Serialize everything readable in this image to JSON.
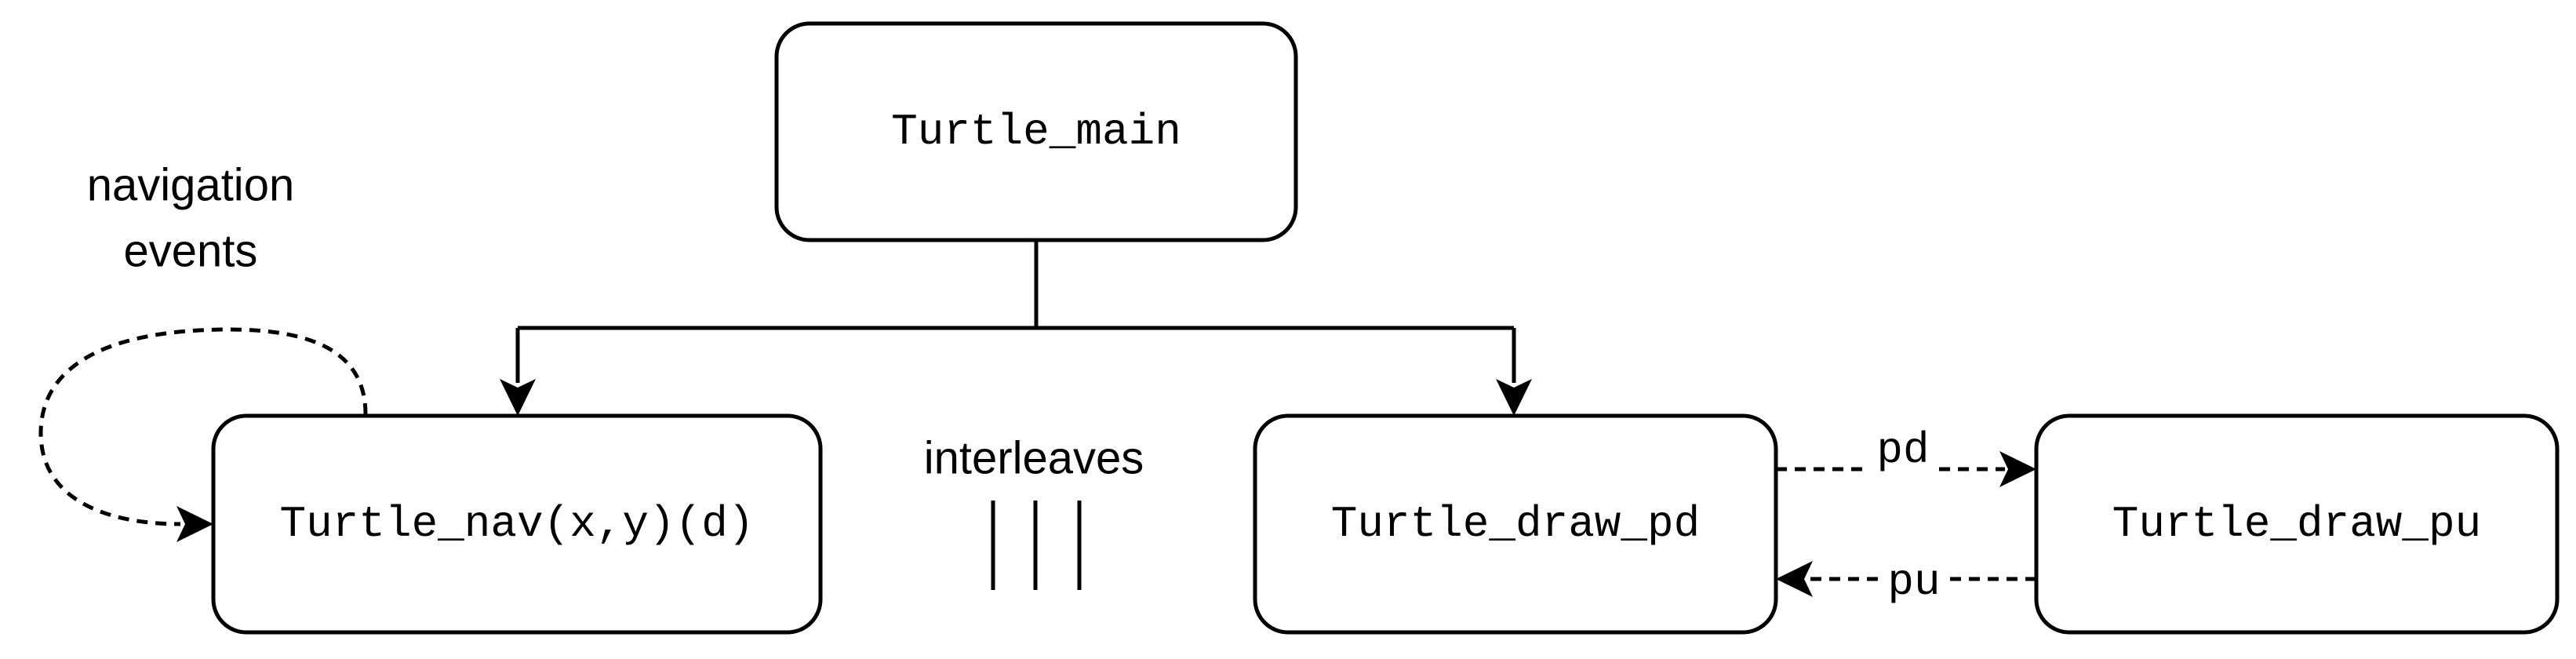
{
  "nodes": {
    "main": {
      "label": "Turtle_main"
    },
    "nav": {
      "label": "Turtle_nav(x,y)(d)"
    },
    "draw_pd": {
      "label": "Turtle_draw_pd"
    },
    "draw_pu": {
      "label": "Turtle_draw_pu"
    }
  },
  "annotations": {
    "navigation_line1": "navigation",
    "navigation_line2": "events",
    "interleaves": "interleaves"
  },
  "edges": {
    "pd_label": "pd",
    "pu_label": "pu"
  }
}
